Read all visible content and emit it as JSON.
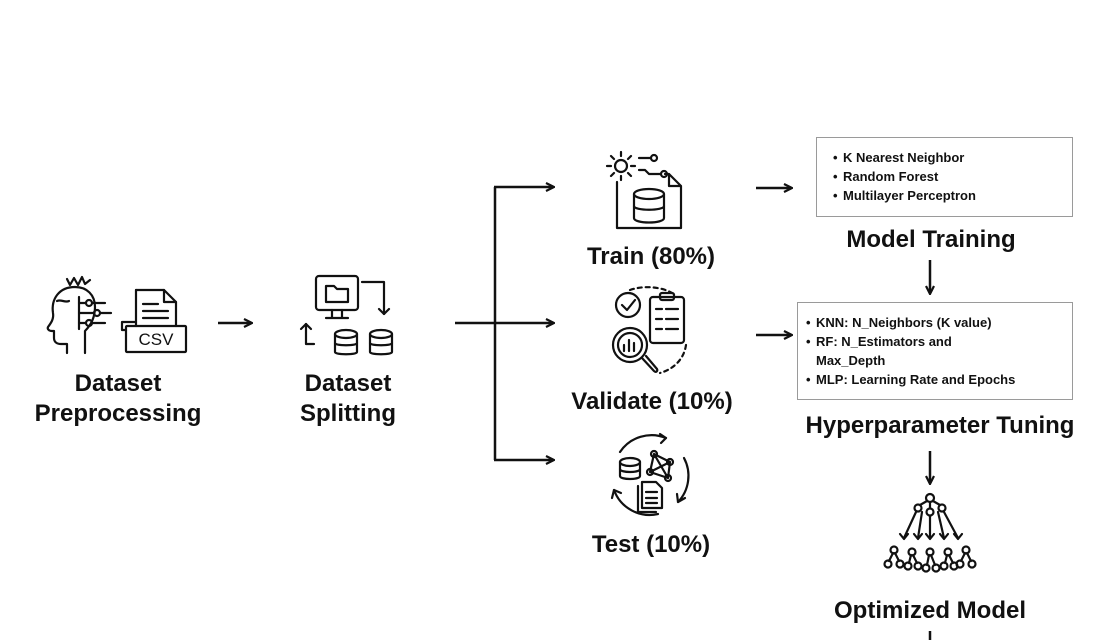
{
  "icons": {
    "preprocessing": "brain-head-icon",
    "csv_file": "csv-file-icon",
    "splitting": "computer-database-split-icon",
    "train": "gear-database-file-icon",
    "validate": "checklist-analysis-icon",
    "test": "database-network-cycle-icon",
    "optimized_model": "decision-tree-icon"
  },
  "csv_text": "CSV",
  "steps": {
    "preprocessing": {
      "line1": "Dataset",
      "line2": "Preprocessing"
    },
    "splitting": {
      "line1": "Dataset",
      "line2": "Splitting"
    }
  },
  "splits": {
    "train": "Train (80%)",
    "validate": "Validate (10%)",
    "test": "Test (10%)"
  },
  "model_training": {
    "title": "Model Training",
    "items": [
      "K Nearest Neighbor",
      "Random Forest",
      "Multilayer Perceptron"
    ]
  },
  "hyperparameter_tuning": {
    "title": "Hyperparameter Tuning",
    "items": [
      "KNN:  N_Neighbors (K value)",
      "RF:  N_Estimators and",
      "Max_Depth",
      "MLP: Learning Rate and Epochs"
    ]
  },
  "optimized": {
    "title": "Optimized Model"
  },
  "colors": {
    "line": "#111111",
    "box_border": "#9a9a9a"
  }
}
